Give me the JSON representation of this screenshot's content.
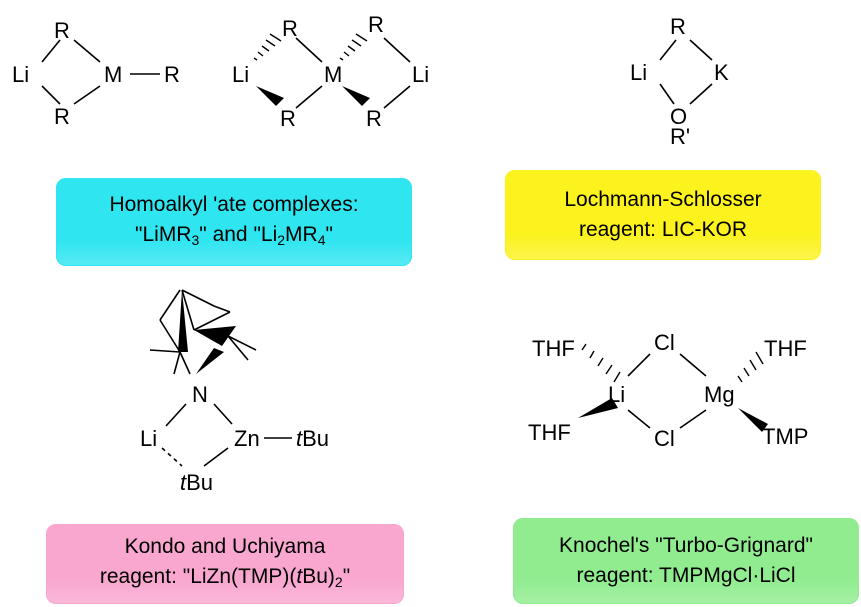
{
  "structures": {
    "homo1": {
      "R_top": "R",
      "Li": "Li",
      "M": "M",
      "R_right": "R",
      "R_bottom": "R"
    },
    "homo2": {
      "R_tl": "R",
      "Li_l": "Li",
      "R_bl": "R",
      "M": "M",
      "R_tr": "R",
      "Li_r": "Li",
      "R_br": "R"
    },
    "lickor": {
      "R": "R",
      "Li": "Li",
      "K": "K",
      "O": "O",
      "R_prime": "R'"
    },
    "kondo": {
      "N": "N",
      "Li": "Li",
      "Zn": "Zn",
      "tBu_right_t": "t",
      "tBu_right_Bu": "Bu",
      "tBu_bottom_t": "t",
      "tBu_bottom_Bu": "Bu"
    },
    "turbo": {
      "THF_tl": "THF",
      "THF_bl": "THF",
      "Li": "Li",
      "Cl_top": "Cl",
      "Cl_bottom": "Cl",
      "Mg": "Mg",
      "THF_tr": "THF",
      "TMP": "TMP"
    }
  },
  "labels": {
    "homoalkyl": {
      "line1": "Homoalkyl 'ate complexes:",
      "l2a": "\"LiMR",
      "l2a_sub": "3",
      "l2b": "\" and \"Li",
      "l2b_sub": "2",
      "l2c": "MR",
      "l2c_sub": "4",
      "l2d": "\""
    },
    "lochmann": {
      "line1": "Lochmann-Schlosser",
      "line2": "reagent: LIC-KOR"
    },
    "kondo": {
      "line1": "Kondo and Uchiyama",
      "l2a": "reagent: \"LiZn(TMP)(",
      "l2_t": "t",
      "l2b": "Bu)",
      "l2_sub": "2",
      "l2c": "\""
    },
    "knochel": {
      "line1": "Knochel's \"Turbo-Grignard\"",
      "line2": "reagent: TMPMgCl·LiCl"
    }
  },
  "colors": {
    "homoalkyl_box": "#2ee5f0",
    "lochmann_box": "#fbf21e",
    "kondo_box": "#f9a7cf",
    "knochel_box": "#90ec8f"
  }
}
